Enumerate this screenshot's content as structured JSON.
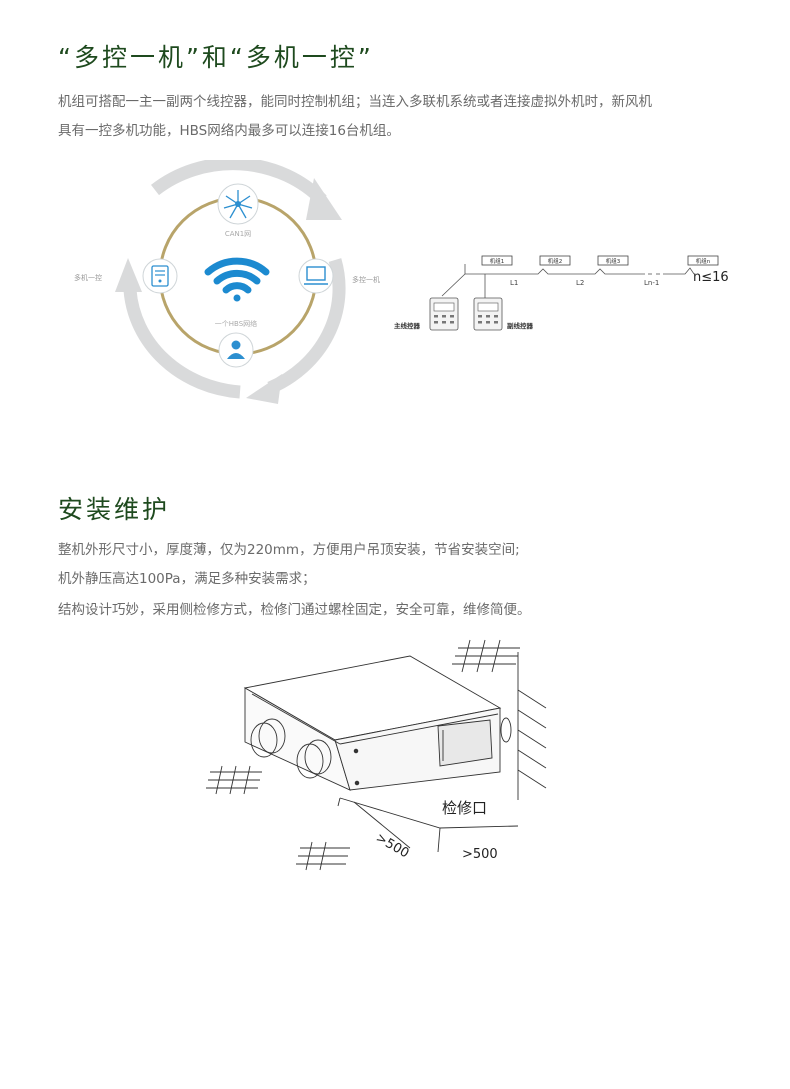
{
  "section1": {
    "title": "“多控一机”和“多机一控”",
    "lines": [
      "机组可搭配一主一副两个线控器，能同时控制机组；当连入多联机系统或者连接虚拟外机时，新风机",
      "具有一控多机功能，HBS网络内最多可以连接16台机组。"
    ]
  },
  "ring_diagram": {
    "left_label": "多机一控",
    "right_label": "多控一机",
    "top_node_label": "CAN1网",
    "bottom_node_label": "一个HBS网络",
    "colors": {
      "ring_gold": "#b8a46a",
      "arrow_gray": "#d9dadb",
      "node_blue": "#2c8fd0"
    }
  },
  "network_diagram": {
    "units": [
      "机组1",
      "机组2",
      "机组3",
      "机组n"
    ],
    "segments": [
      "L1",
      "L2",
      "Ln-1"
    ],
    "count_label": "n≤16",
    "main_controller": "主线控器",
    "sub_controller": "副线控器"
  },
  "section2": {
    "title": "安装维护",
    "lines": [
      "整机外形尺寸小，厚度薄，仅为220mm，方便用户吊顶安装，节省安装空间;",
      "机外静压高达100Pa，满足多种安装需求；",
      "结构设计巧妙，采用侧检修方式，检修门通过螺栓固定，安全可靠，维修简便。"
    ]
  },
  "install_diagram": {
    "service_port_label": "检修口",
    "dim_front": ">500",
    "dim_side": ">500"
  }
}
